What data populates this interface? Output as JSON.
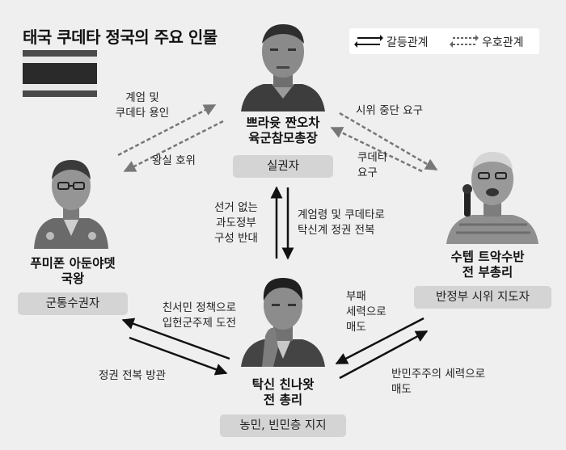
{
  "title": "태국 쿠데타 정국의 주요 인물",
  "legend": {
    "conflict_label": "갈등관계",
    "friendly_label": "우호관계"
  },
  "people": {
    "prayut": {
      "name": "쁘라윳 짠오차",
      "role": "육군참모총장",
      "badge": "실권자"
    },
    "bhumibol": {
      "name": "푸미폰 아둔야뎃",
      "role": "국왕",
      "badge": "군통수권자"
    },
    "suthep": {
      "name": "수텝 트악수반",
      "role": "전 부총리",
      "badge": "반정부 시위 지도자"
    },
    "thaksin": {
      "name": "탁신 친나왓",
      "role": "전 총리",
      "badge": "농민, 빈민층 지지"
    }
  },
  "relations": {
    "bhumibol_to_prayut": [
      "계엄 및",
      "쿠데타 용인"
    ],
    "prayut_to_bhumibol": "왕실 호위",
    "prayut_to_suthep": "시위 중단 요구",
    "suthep_to_prayut": [
      "쿠데타",
      "요구"
    ],
    "thaksin_to_prayut": [
      "선거 없는",
      "과도정부",
      "구성 반대"
    ],
    "prayut_to_thaksin": [
      "계엄령 및 쿠데타로",
      "탁신계 정권 전복"
    ],
    "thaksin_to_bhumibol": [
      "친서민 정책으로",
      "입헌군주제 도전"
    ],
    "bhumibol_to_thaksin": "정권 전복 방관",
    "thaksin_to_suthep": [
      "부패",
      "세력으로",
      "매도"
    ],
    "suthep_to_thaksin": [
      "반민주주의 세력으로",
      "매도"
    ]
  },
  "colors": {
    "background": "#efefef",
    "pill": "#d4d4d4",
    "arrow_solid": "#111111",
    "arrow_dashed": "#777777"
  }
}
